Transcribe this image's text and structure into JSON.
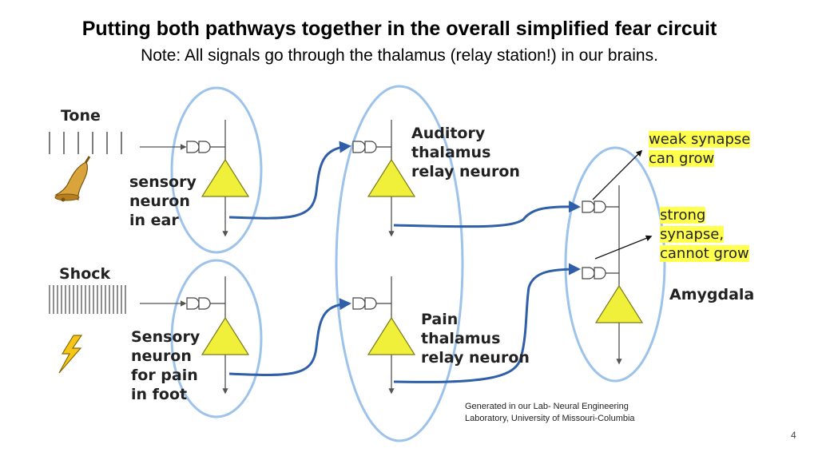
{
  "title": "Putting both pathways together in the overall simplified fear circuit",
  "subtitle": "Note: All signals go through the thalamus (relay station!) in our brains.",
  "labels": {
    "tone": "Tone",
    "shock": "Shock",
    "sensory_ear": [
      "sensory",
      "neuron",
      "in ear"
    ],
    "sensory_foot": [
      "Sensory",
      "neuron",
      "for pain",
      "in foot"
    ],
    "auditory_thalamus": [
      "Auditory",
      "thalamus",
      "relay neuron"
    ],
    "pain_thalamus": [
      "Pain",
      "thalamus",
      "relay neuron"
    ],
    "weak_synapse": [
      "weak synapse",
      "can grow"
    ],
    "strong_synapse": [
      "strong",
      "synapse,",
      "cannot grow"
    ],
    "amygdala": "Amygdala"
  },
  "icons": {
    "tone_stimulus": "tone-waves-icon",
    "bell": "bell-icon",
    "shock_stimulus": "shock-waves-icon",
    "lightning": "lightning-bolt-icon"
  },
  "colors": {
    "ellipse_stroke": "#9dc3ea",
    "neuron_fill": "#f0f03a",
    "neuron_stroke": "#7a7a1a",
    "pathway": "#2f5fa8",
    "highlight": "#ffff4d"
  },
  "credit": [
    "Generated in our Lab- Neural Engineering",
    "Laboratory, University of Missouri-Columbia"
  ],
  "page_number": "4"
}
